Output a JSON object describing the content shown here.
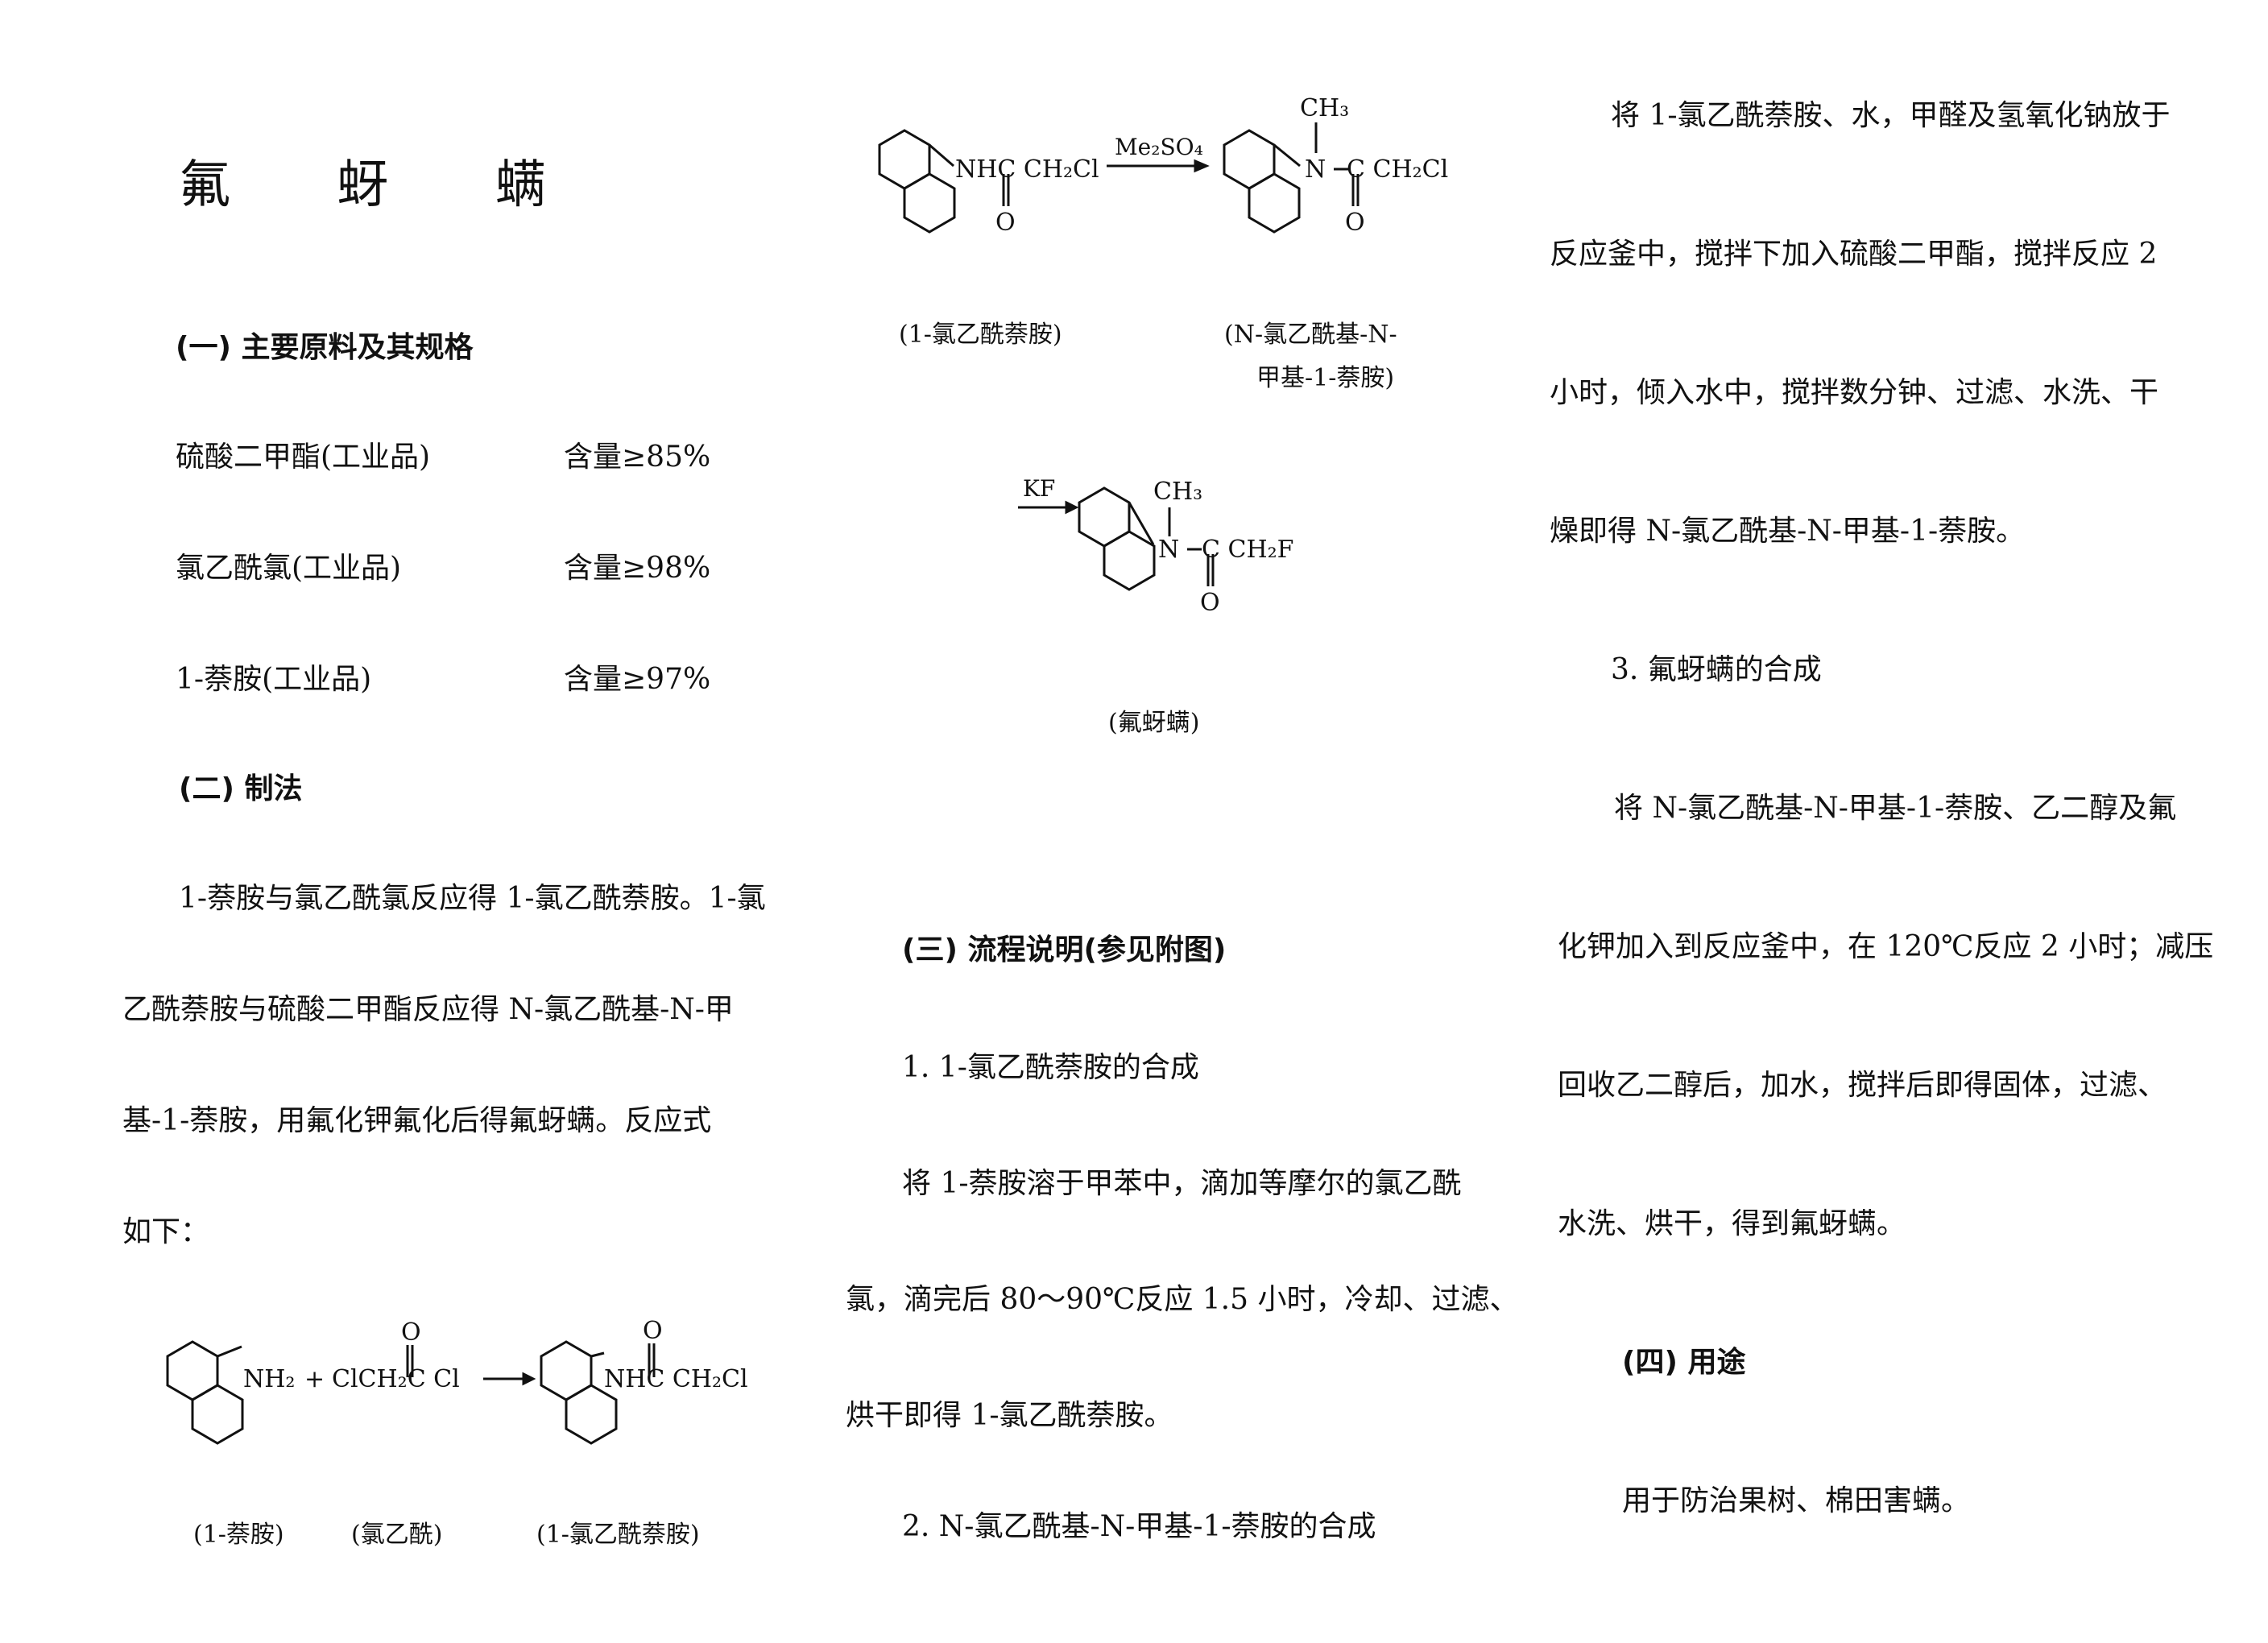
{
  "title": "氟 蚜 螨",
  "section1": {
    "heading": "(一) 主要原料及其规格",
    "materials": [
      {
        "name": "硫酸二甲酯(工业品)",
        "spec": "含量≥85%"
      },
      {
        "name": "氯乙酰氯(工业品)",
        "spec": "含量≥98%"
      },
      {
        "name": "1-萘胺(工业品)",
        "spec": "含量≥97%"
      }
    ]
  },
  "section2": {
    "heading": "(二) 制法",
    "lines": [
      "1-萘胺与氯乙酰氯反应得 1-氯乙酰萘胺。1-氯",
      "乙酰萘胺与硫酸二甲酯反应得 N-氯乙酰基-N-甲",
      "基-1-萘胺，用氟化钾氟化后得氟蚜螨。反应式",
      "如下："
    ]
  },
  "reaction1": {
    "o1": "O",
    "o2": "O",
    "nh2": "NH₂",
    "plus": "+",
    "reagent": "ClCH₂C Cl",
    "product": "NHC CH₂Cl",
    "labels": [
      "(1-萘胺)",
      "(氯乙酰)",
      "(1-氯乙酰萘胺)"
    ]
  },
  "reaction2": {
    "reactant": "NHC CH₂Cl",
    "o1": "O",
    "reagent": "Me₂SO₄",
    "ch3": "CH₃",
    "n": "N",
    "product_tail": "C CH₂Cl",
    "o2": "O",
    "label_left": "(1-氯乙酰萘胺)",
    "label_right_1": "(N-氯乙酰基-N-",
    "label_right_2": "甲基-1-萘胺)"
  },
  "reaction3": {
    "reagent": "KF",
    "ch3": "CH₃",
    "n": "N",
    "tail": "C CH₂F",
    "o": "O",
    "label": "(氟蚜螨)"
  },
  "section3": {
    "heading": "(三) 流程说明(参见附图)",
    "sub1": "1. 1-氯乙酰萘胺的合成",
    "sub1_lines": [
      "将 1-萘胺溶于甲苯中，滴加等摩尔的氯乙酰",
      "氯，滴完后 80～90℃反应 1.5 小时，冷却、过滤、",
      "烘干即得 1-氯乙酰萘胺。"
    ],
    "sub2": "2. N-氯乙酰基-N-甲基-1-萘胺的合成",
    "sub2_lines": [
      "将 1-氯乙酰萘胺、水，甲醛及氢氧化钠放于",
      "反应釜中，搅拌下加入硫酸二甲酯，搅拌反应 2",
      "小时，倾入水中，搅拌数分钟、过滤、水洗、干",
      "燥即得 N-氯乙酰基-N-甲基-1-萘胺。"
    ],
    "sub3": "3. 氟蚜螨的合成",
    "sub3_lines": [
      "将 N-氯乙酰基-N-甲基-1-萘胺、乙二醇及氟",
      "化钾加入到反应釜中，在 120℃反应 2 小时；减压",
      "回收乙二醇后，加水，搅拌后即得固体，过滤、",
      "水洗、烘干，得到氟蚜螨。"
    ]
  },
  "section4": {
    "heading": "(四) 用途",
    "text": "用于防治果树、棉田害螨。"
  }
}
